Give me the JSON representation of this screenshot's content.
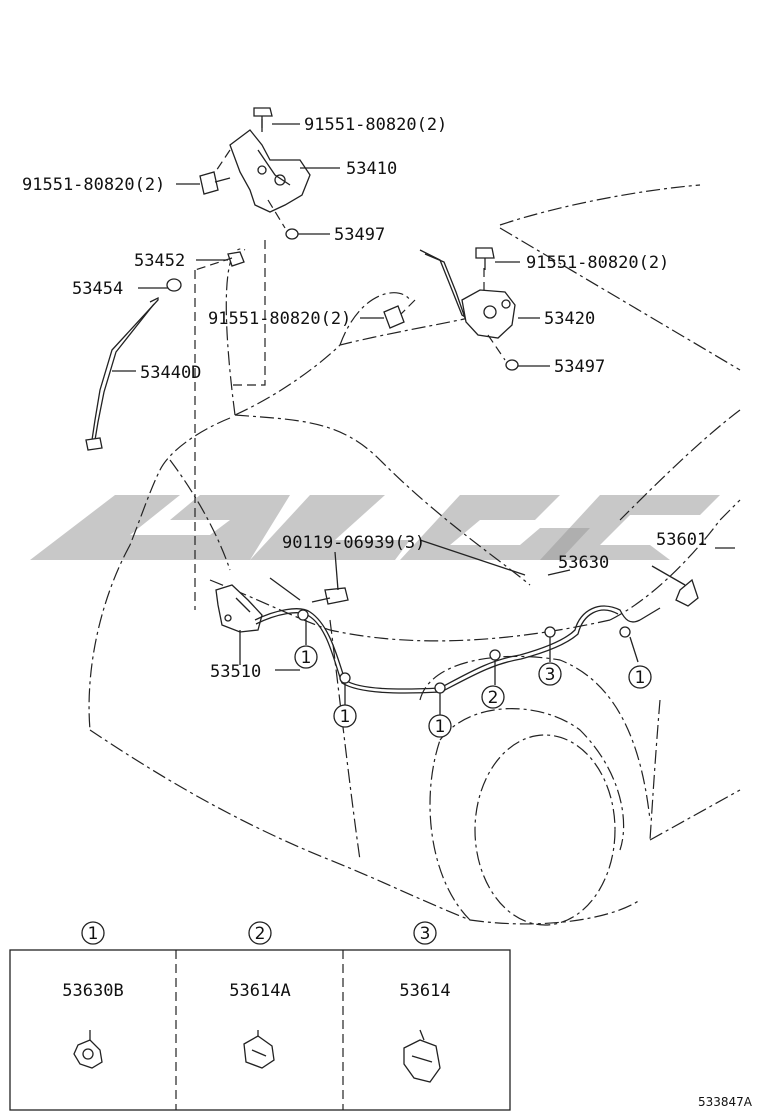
{
  "labels": {
    "bolt_top": "91551-80820(2)",
    "bolt_left": "91551-80820(2)",
    "hinge_left": "53410",
    "cushion_left": "53497",
    "clip_53452": "53452",
    "grommet_53454": "53454",
    "stay_rod": "53440D",
    "bolt_mid": "91551-80820(2)",
    "bolt_right": "91551-80820(2)",
    "hinge_right": "53420",
    "cushion_right": "53497",
    "screw_90119": "90119-06939(3)",
    "cable_53630": "53630",
    "lever_53601": "53601",
    "lock_53510": "53510"
  },
  "callouts": [
    "1",
    "2",
    "3"
  ],
  "legend": [
    {
      "num": "1",
      "part": "53630B"
    },
    {
      "num": "2",
      "part": "53614A"
    },
    {
      "num": "3",
      "part": "53614"
    }
  ],
  "figure_id": "533847A"
}
